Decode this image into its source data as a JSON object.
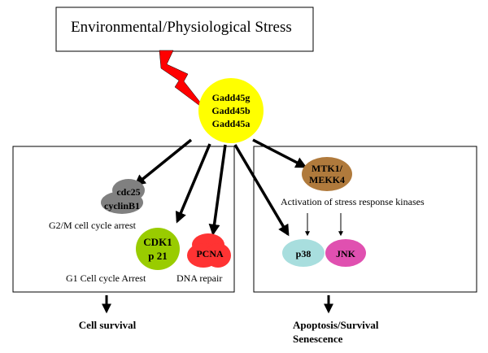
{
  "stress_box": {
    "label": "Environmental/Physiological Stress"
  },
  "gadd45": {
    "lines": [
      "Gadd45g",
      "Gadd45b",
      "Gadd45a"
    ],
    "color": "#ffff00"
  },
  "left_panel": {
    "cdc25_label": "cdc25",
    "cyclinb1_label": "cyclinB1",
    "g2m_label": "G2/M cell cycle arrest",
    "cdk1_label": "CDK1",
    "p21_label": "p 21",
    "pcna_label": "PCNA",
    "g1_label": "G1 Cell cycle Arrest",
    "dna_repair_label": "DNA repair"
  },
  "right_panel": {
    "mtk1_label": "MTK1/",
    "mekk4_label": "MEKK4",
    "activation_label": "Activation of  stress  response kinases",
    "p38_label": "p38",
    "jnk_label": "JNK"
  },
  "outcomes": {
    "left": "Cell survival",
    "right_line1": "Apoptosis/Survival",
    "right_line2": "Senescence"
  },
  "colors": {
    "lightning": "#ff0000",
    "cdc25": "#808080",
    "cdk1": "#99cc00",
    "pcna": "#ff3333",
    "mtk1": "#b07a3c",
    "p38": "#a8dede",
    "jnk": "#e050b0"
  }
}
